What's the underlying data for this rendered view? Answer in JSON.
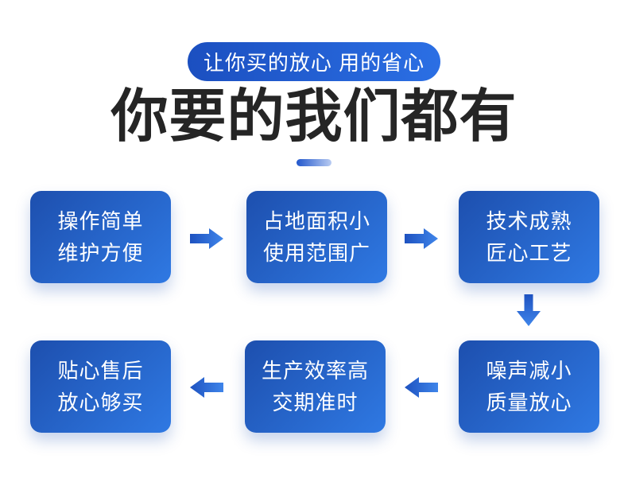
{
  "badge": {
    "label": "让你买的放心 用的省心"
  },
  "heading": {
    "title": "你要的我们都有"
  },
  "flow": {
    "boxes": [
      {
        "id": "box-1",
        "line1": "操作简单",
        "line2": "维护方便"
      },
      {
        "id": "box-2",
        "line1": "占地面积小",
        "line2": "使用范围广"
      },
      {
        "id": "box-3",
        "line1": "技术成熟",
        "line2": "匠心工艺"
      },
      {
        "id": "box-4",
        "line1": "噪声减小",
        "line2": "质量放心"
      },
      {
        "id": "box-5",
        "line1": "生产效率高",
        "line2": "交期准时"
      },
      {
        "id": "box-6",
        "line1": "贴心售后",
        "line2": "放心够买"
      }
    ],
    "arrows": [
      {
        "direction": "right",
        "from": "box-1",
        "to": "box-2"
      },
      {
        "direction": "right",
        "from": "box-2",
        "to": "box-3"
      },
      {
        "direction": "down",
        "from": "box-3",
        "to": "box-4"
      },
      {
        "direction": "left",
        "from": "box-4",
        "to": "box-5"
      },
      {
        "direction": "left",
        "from": "box-5",
        "to": "box-6"
      }
    ]
  },
  "colors": {
    "box_grad_start": "#1d4fae",
    "box_grad_end": "#2f79e3",
    "badge_grad_start": "#1b4fc0",
    "badge_grad_end": "#2b6fe4",
    "arrow_grad_start": "#1e52c0",
    "arrow_grad_end": "#3f85ea",
    "dash_start": "#2257cc",
    "dash_end": "#b9ccf2",
    "heading_color": "#252525",
    "box_text_color": "#ffffff",
    "background": "#ffffff"
  }
}
